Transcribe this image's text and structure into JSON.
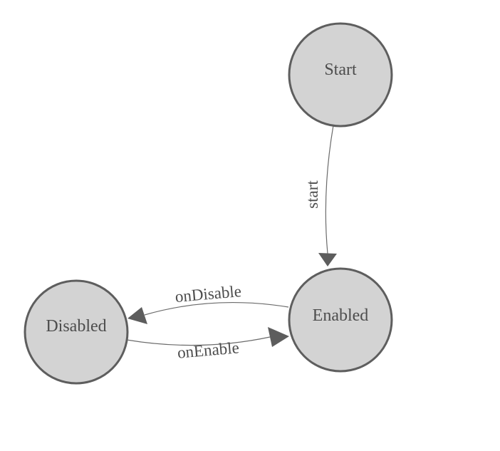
{
  "diagram": {
    "type": "state-machine",
    "nodes": [
      {
        "id": "Start",
        "label": "Start"
      },
      {
        "id": "Enabled",
        "label": "Enabled"
      },
      {
        "id": "Disabled",
        "label": "Disabled"
      }
    ],
    "edges": [
      {
        "id": "start",
        "label": "start",
        "from": "Start",
        "to": "Enabled"
      },
      {
        "id": "onDisable",
        "label": "onDisable",
        "from": "Enabled",
        "to": "Disabled"
      },
      {
        "id": "onEnable",
        "label": "onEnable",
        "from": "Disabled",
        "to": "Enabled"
      }
    ]
  },
  "colors": {
    "background": "#ffffff",
    "node_fill": "#d3d3d3",
    "node_border": "#5e5e5e",
    "node_label": "#4d4d4d",
    "edge_line": "#6b6b6b",
    "edge_label": "#4d4d4d",
    "arrowhead": "#5d5d5d"
  }
}
